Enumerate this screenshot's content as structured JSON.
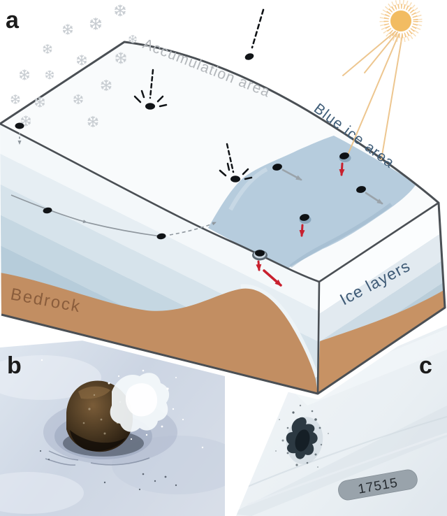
{
  "panels": {
    "a": {
      "label": "a",
      "labels": {
        "accumulation": "Accumulation area",
        "blue_ice": "Blue ice area",
        "ice_layers": "Ice layers",
        "bedrock": "Bedrock"
      }
    },
    "b": {
      "label": "b"
    },
    "c": {
      "label": "c",
      "sample_tag": "17515"
    }
  },
  "colors": {
    "accumulation_text": "#b3b7bb",
    "blue_ice_text": "#3f5d78",
    "ice_layers_text": "#3e5a75",
    "bedrock_text": "#8a5d3c",
    "bedrock": "#c28e62",
    "bedrock_right": "#c79264",
    "blue_ice": "#b6ccdd",
    "outline": "#4a4f54",
    "sun": "#f2bc62",
    "snowflake": "#c7ccd1",
    "flow_arrow": "#9aa3aa",
    "emergence_arrow": "#c8202e",
    "tag_fill": "#99a3ab",
    "tag_text": "#262b30"
  }
}
